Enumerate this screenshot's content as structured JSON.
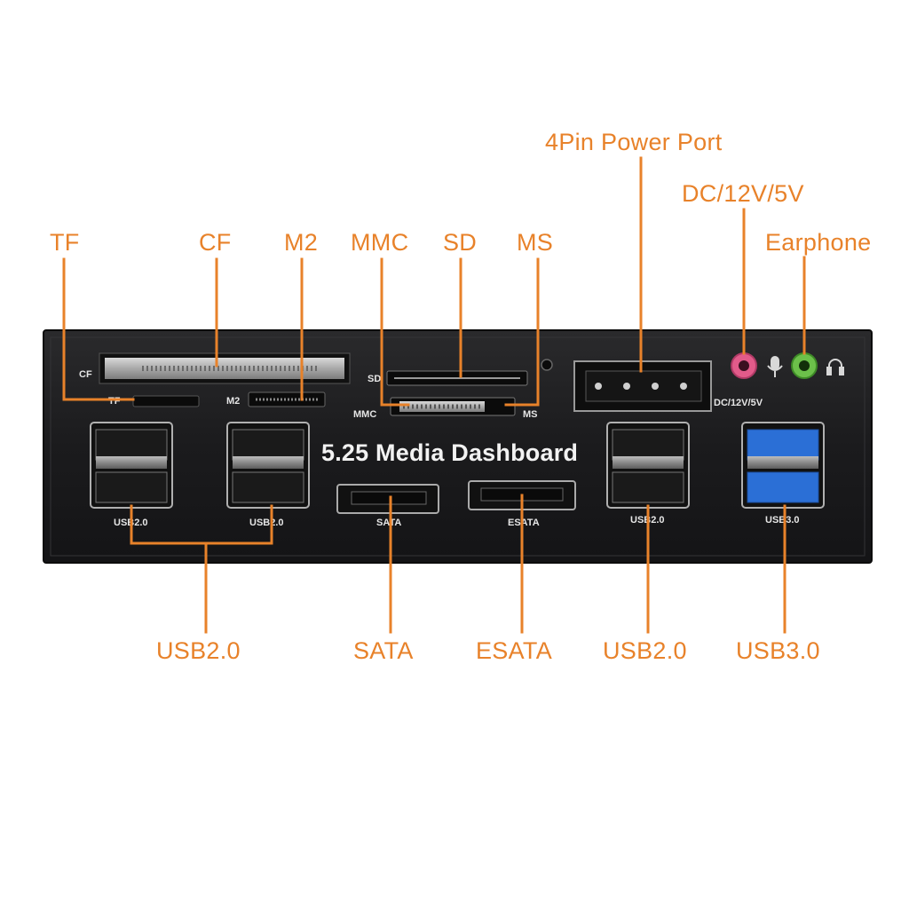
{
  "colors": {
    "callout": "#e8822a",
    "panel": "#1d1d1f",
    "usb3": "#2b6fd6",
    "mic": "#e25b8a",
    "earphone": "#6cc04a"
  },
  "callouts": {
    "tf": "TF",
    "cf": "CF",
    "m2": "M2",
    "mmc": "MMC",
    "sd": "SD",
    "ms": "MS",
    "power": "4Pin Power Port",
    "dc": "DC/12V/5V",
    "earphone": "Earphone",
    "usb2_left": "USB2.0",
    "sata": "SATA",
    "esata": "ESATA",
    "usb2_right": "USB2.0",
    "usb3": "USB3.0"
  },
  "panel": {
    "title": "5.25 Media Dashboard",
    "labels": {
      "cf": "CF",
      "tf": "TF",
      "m2": "M2",
      "sd": "SD",
      "mmc": "MMC",
      "ms": "MS",
      "dc": "DC/12V/5V",
      "usb2_a": "USB2.0",
      "usb2_b": "USB2.0",
      "sata": "SATA",
      "esata": "ESATA",
      "usb2_c": "USB2.0",
      "usb3": "USB3.0"
    }
  },
  "icons": [
    "microphone-icon",
    "headphone-icon"
  ]
}
